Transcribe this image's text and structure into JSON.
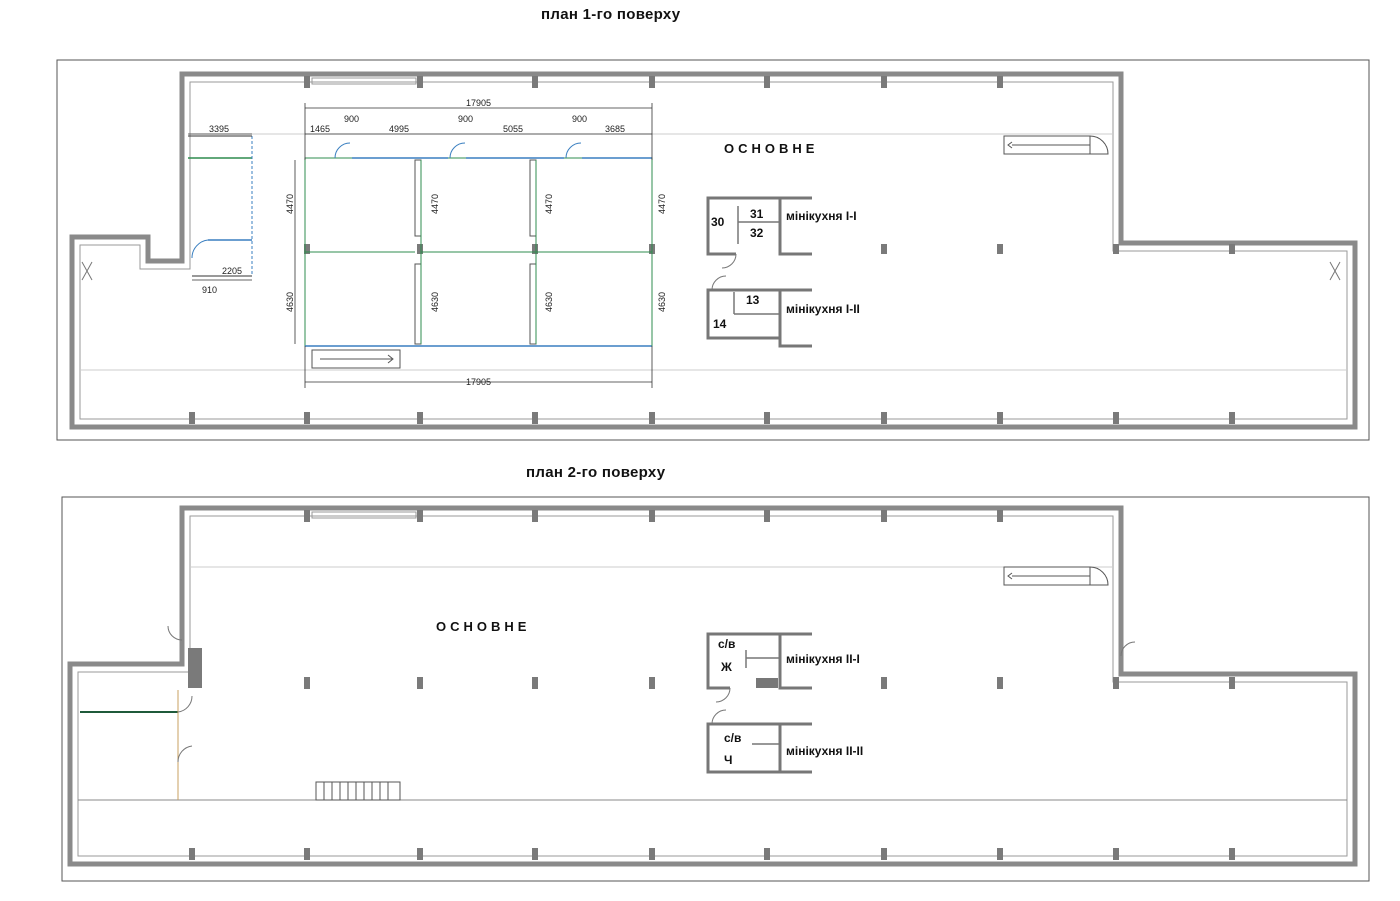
{
  "floors": [
    {
      "title": "план 1-го поверху",
      "main_area": "ОСНОВНЕ",
      "rooms": [
        {
          "num": "30"
        },
        {
          "num": "31"
        },
        {
          "num": "32"
        },
        {
          "num": "13"
        },
        {
          "num": "14"
        }
      ],
      "kitchens": [
        "мінікухня І-І",
        "мінікухня І-ІІ"
      ],
      "dimensions": {
        "overall_top": "17905",
        "overall_bottom": "17905",
        "segments_top": [
          "1465",
          "900",
          "4995",
          "900",
          "5055",
          "900",
          "3685"
        ],
        "left_room_width": "3395",
        "left_room_small": "2205",
        "left_room_door": "910",
        "heights_upper": [
          "4470",
          "4470",
          "4470",
          "4470"
        ],
        "heights_lower": [
          "4630",
          "4630",
          "4630",
          "4630"
        ]
      }
    },
    {
      "title": "план 2-го поверху",
      "main_area": "ОСНОВНЕ",
      "rooms": [
        {
          "num": "с/в"
        },
        {
          "num": "Ж"
        },
        {
          "num": "с/в"
        },
        {
          "num": "Ч"
        }
      ],
      "kitchens": [
        "мінікухня ІІ-І",
        "мінікухня ІІ-ІІ"
      ]
    }
  ],
  "colors": {
    "wall": "#8a8a8a",
    "partition": "#2f8c4f",
    "glass": "#3a7fc0"
  }
}
